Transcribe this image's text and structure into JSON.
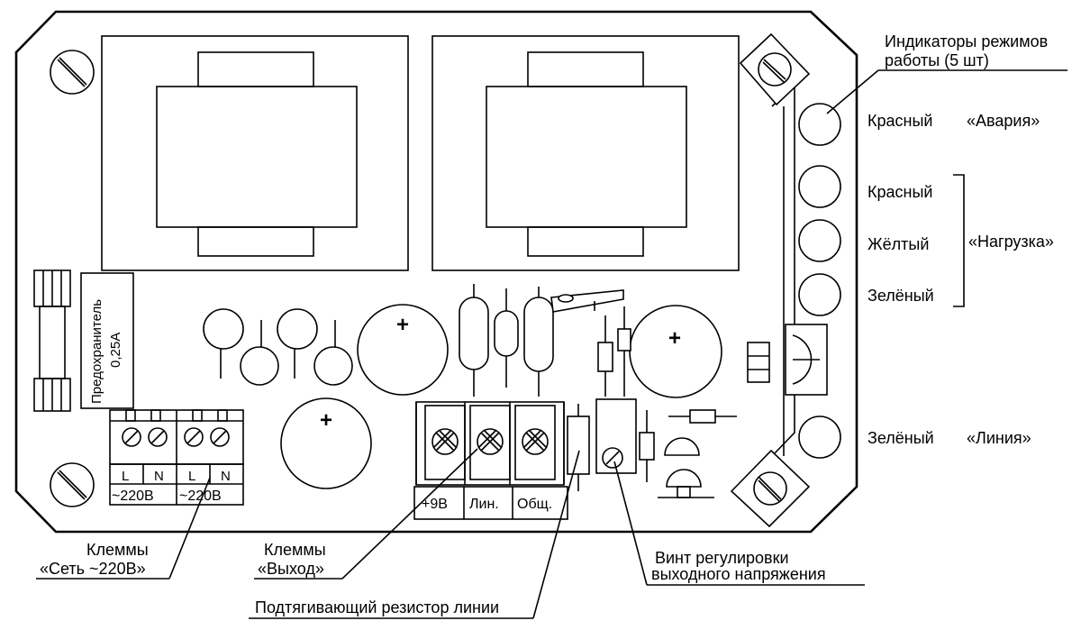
{
  "leds": {
    "header_line1": "Индикаторы режимов",
    "header_line2": "работы (5 шт)",
    "items": [
      {
        "color_label": "Красный",
        "mode_label": "«Авария»",
        "fill": "#3a3a3a"
      },
      {
        "color_label": "Красный",
        "mode_label": "",
        "fill": "#3a3a3a"
      },
      {
        "color_label": "Жёлтый",
        "mode_label": "",
        "fill": "#ececec"
      },
      {
        "color_label": "Зелёный",
        "mode_label": "",
        "fill": "#bdbdbd"
      },
      {
        "color_label": "Зелёный",
        "mode_label": "«Линия»",
        "fill": "#bdbdbd"
      }
    ],
    "group_label": "«Нагрузка»"
  },
  "fuse_label_line1": "Предохранитель",
  "fuse_label_line2": "0,25А",
  "mains_terminals": {
    "pin_l": "L",
    "pin_n": "N",
    "voltage": "~220В"
  },
  "output_terminals": {
    "labels": [
      "+9В",
      "Лин.",
      "Общ."
    ]
  },
  "capacitor_plus": "+",
  "callouts": {
    "mains_line1": "Клеммы",
    "mains_line2": "«Сеть ~220В»",
    "output_line1": "Клеммы",
    "output_line2": "«Выход»",
    "resistor": "Подтягивающий резистор линии",
    "screw_line1": "Винт регулировки",
    "screw_line2": "выходного напряжения"
  }
}
